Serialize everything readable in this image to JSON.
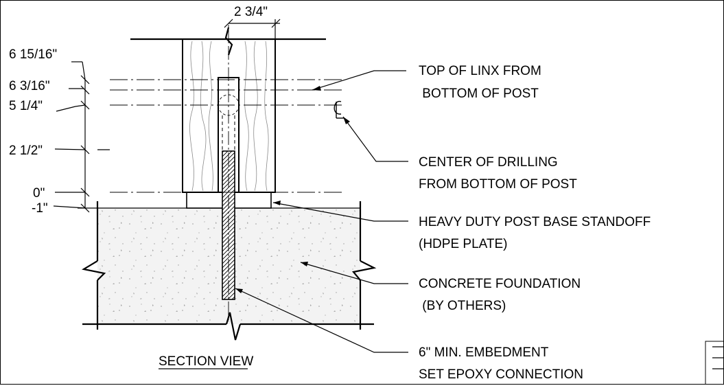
{
  "dimensions": {
    "width_label": "2 3/4\"",
    "elevations": [
      "6 15/16\"",
      "6 3/16\"",
      "5 1/4\"",
      "2 1/2\"",
      "0\"",
      "-1\""
    ]
  },
  "callouts": [
    {
      "line1": "TOP OF LINX FROM",
      "line2": " BOTTOM OF POST"
    },
    {
      "line1": "CENTER OF DRILLING",
      "line2": "FROM BOTTOM OF POST"
    },
    {
      "line1": "HEAVY DUTY POST BASE STANDOFF",
      "line2": "(HDPE PLATE)"
    },
    {
      "line1": "CONCRETE FOUNDATION",
      "line2": " (BY OTHERS)"
    },
    {
      "line1": "6\" MIN. EMBEDMENT",
      "line2": "SET EPOXY CONNECTION"
    }
  ],
  "view_title": "SECTION VIEW",
  "centerline_symbol": "CL-symbol"
}
